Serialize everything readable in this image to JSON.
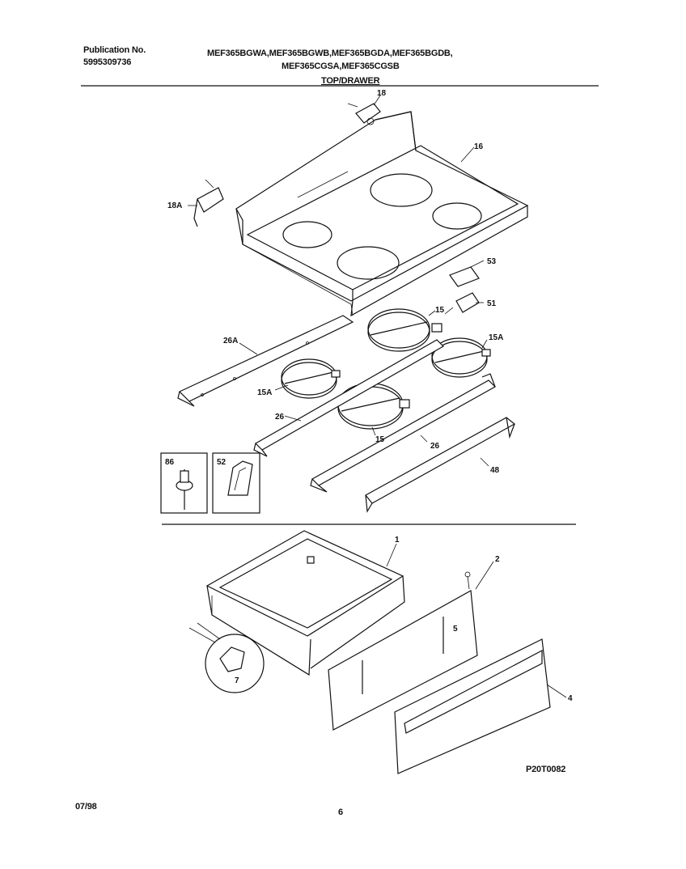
{
  "header": {
    "publication_label": "Publication No.",
    "publication_number": "5995309736",
    "models_line1": "MEF365BGWA,MEF365BGWB,MEF365BGDA,MEF365BGDB,",
    "models_line2": "MEF365CGSA,MEF365CGSB",
    "section_title": "TOP/DRAWER"
  },
  "callouts": {
    "c18": "18",
    "c16": "16",
    "c18a": "18A",
    "c53": "53",
    "c51": "51",
    "c15_top": "15",
    "c15a_right": "15A",
    "c26a": "26A",
    "c15a_left": "15A",
    "c26_left": "26",
    "c15_mid": "15",
    "c26_right": "26",
    "c48": "48",
    "c86": "86",
    "c52": "52",
    "c1": "1",
    "c2": "2",
    "c5": "5",
    "c7": "7",
    "c4": "4"
  },
  "footer": {
    "drawing_code": "P20T0082",
    "date": "07/98",
    "page_number": "6"
  }
}
